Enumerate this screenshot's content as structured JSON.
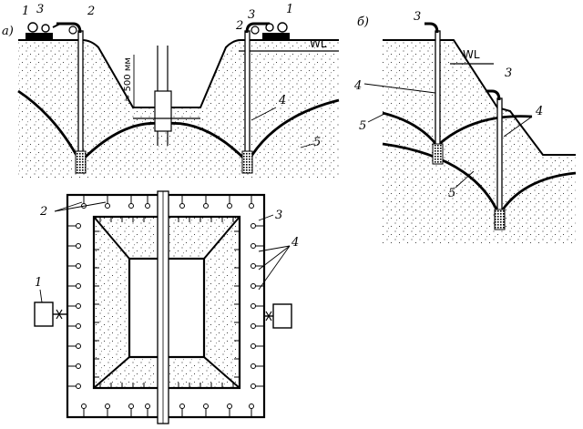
{
  "panel_a_tag": "a)",
  "panel_b_tag": "б)",
  "water_level": "WL",
  "depth_note": "≈ 500 мм",
  "callouts": {
    "n1": "1",
    "n2": "2",
    "n3": "3",
    "n4": "4",
    "n5": "5"
  }
}
